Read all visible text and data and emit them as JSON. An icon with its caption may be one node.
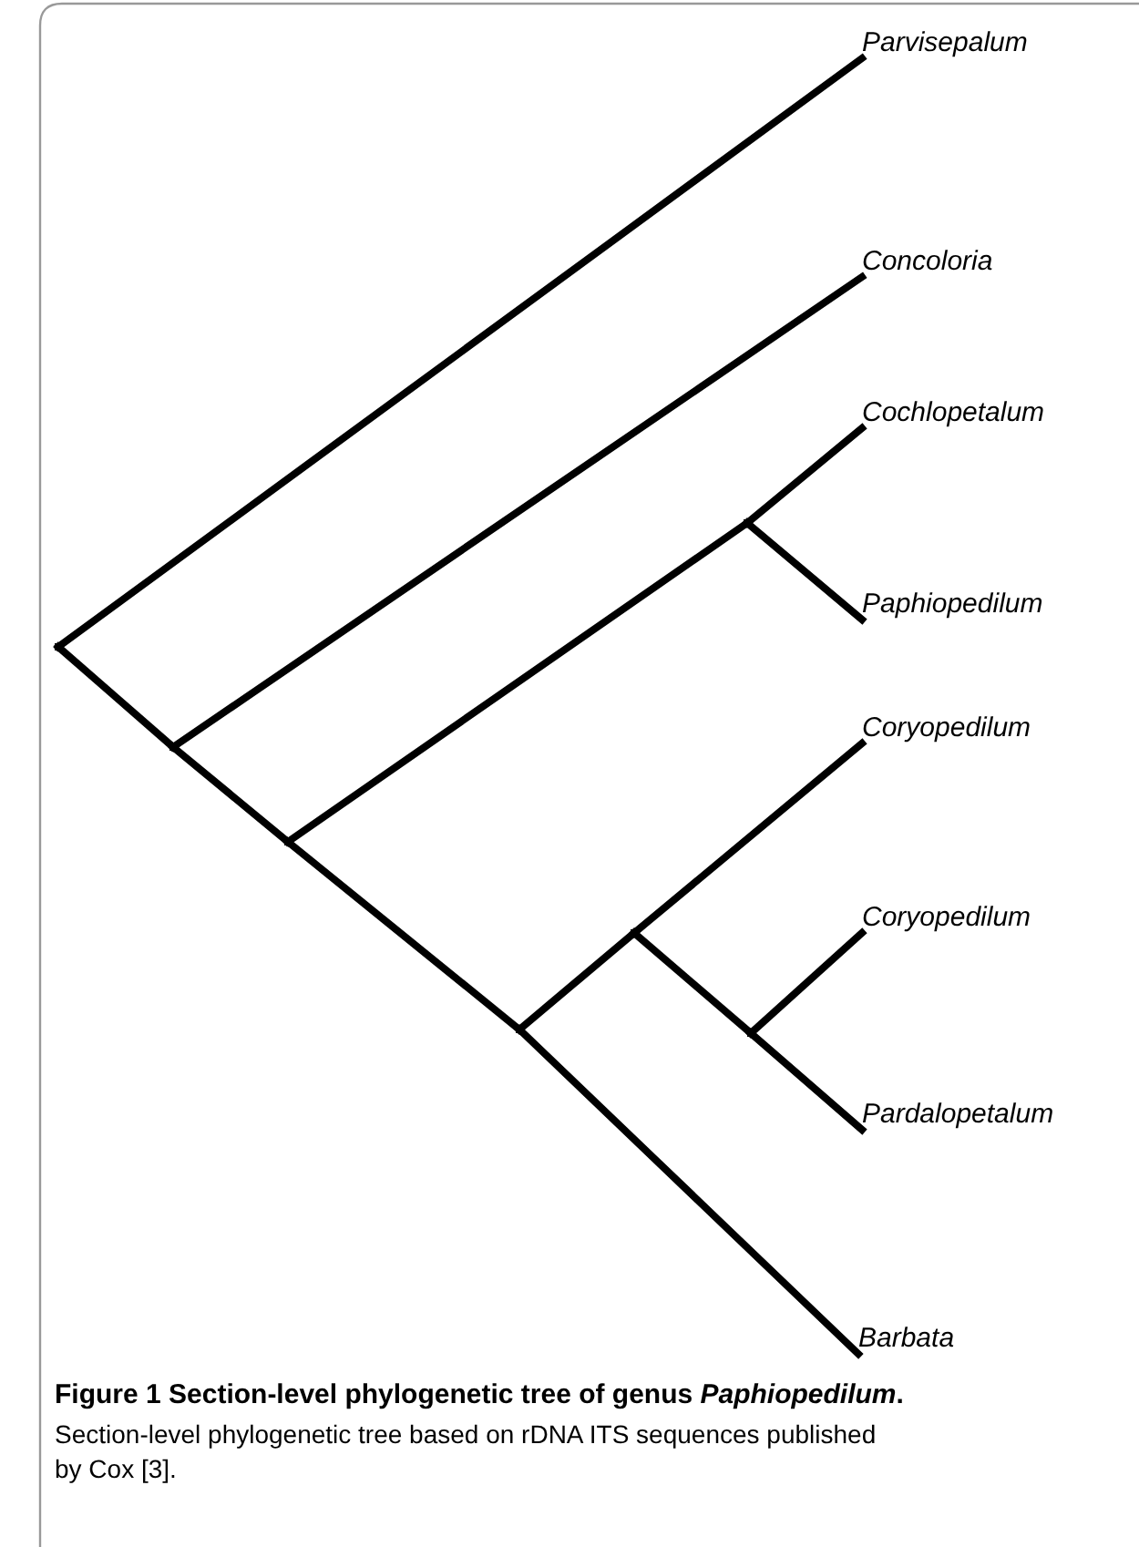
{
  "diagram": {
    "title": "Figure 1 Section-level phylogenetic tree of genus *Paphiopedilum*.",
    "caption": "Section-level phylogenetic tree based on rDNA ITS sequences published by Cox [3].",
    "nodes": [
      {
        "text": [],
        "shape": "point"
      },
      {
        "text": [
          "Parvisepalum"
        ]
      },
      {
        "text": [],
        "shape": "point"
      },
      {
        "text": [
          "Concoloria"
        ]
      },
      {
        "text": [],
        "shape": "point"
      },
      {
        "text": [],
        "shape": "point"
      },
      {
        "text": [
          "Cochlopetalum"
        ]
      },
      {
        "text": [
          "Paphiopedilum"
        ]
      },
      {
        "text": [],
        "shape": "point"
      },
      {
        "text": [],
        "shape": "point"
      },
      {
        "text": [
          "Coryopedilum"
        ]
      },
      {
        "text": [],
        "shape": "point"
      },
      {
        "text": [
          "Coryopedilum"
        ]
      },
      {
        "text": [
          "Pardalopetalum"
        ]
      },
      {
        "text": [
          "Barbata"
        ]
      }
    ],
    "edges": [
      {
        "from": 0,
        "to": 1,
        "arrow": "none"
      },
      {
        "from": 0,
        "to": 2,
        "arrow": "none"
      },
      {
        "from": 2,
        "to": 3,
        "arrow": "none"
      },
      {
        "from": 2,
        "to": 4,
        "arrow": "none"
      },
      {
        "from": 4,
        "to": 5,
        "arrow": "none"
      },
      {
        "from": 5,
        "to": 6,
        "arrow": "none"
      },
      {
        "from": 5,
        "to": 7,
        "arrow": "none"
      },
      {
        "from": 4,
        "to": 8,
        "arrow": "none"
      },
      {
        "from": 8,
        "to": 9,
        "arrow": "none"
      },
      {
        "from": 9,
        "to": 10,
        "arrow": "none"
      },
      {
        "from": 9,
        "to": 11,
        "arrow": "none"
      },
      {
        "from": 11,
        "to": 12,
        "arrow": "none"
      },
      {
        "from": 11,
        "to": 13,
        "arrow": "none"
      },
      {
        "from": 8,
        "to": 14,
        "arrow": "none"
      }
    ]
  }
}
